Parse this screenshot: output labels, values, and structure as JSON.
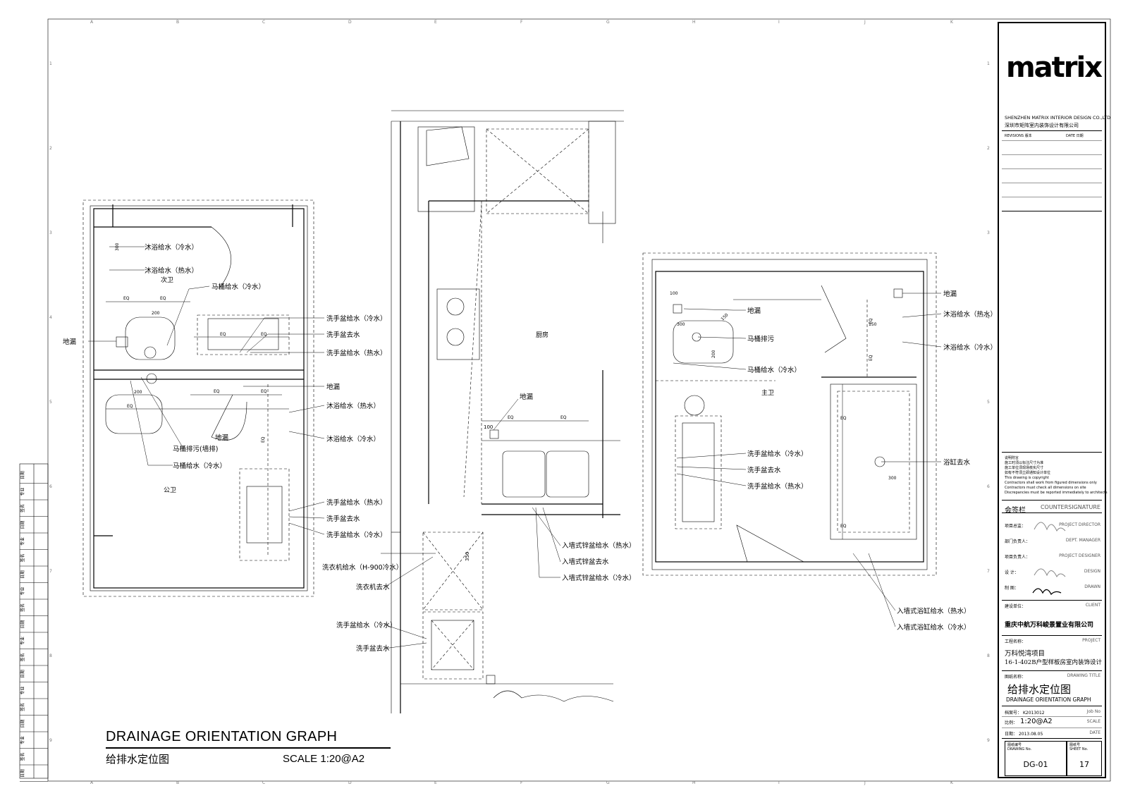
{
  "grid": {
    "cols": [
      "A",
      "B",
      "C",
      "D",
      "E",
      "F",
      "G",
      "H",
      "I",
      "J",
      "K"
    ],
    "rows": [
      "1",
      "2",
      "3",
      "4",
      "5",
      "6",
      "7",
      "8",
      "9"
    ]
  },
  "rooms": {
    "secondary_bath": "次卫",
    "public_bath": "公卫",
    "kitchen": "厨房",
    "master_bath": "主卫"
  },
  "dims": {
    "eq": "EQ",
    "d200": "200",
    "d300": "300",
    "d100": "100",
    "d150": "150",
    "d350": "350"
  },
  "labels_left": {
    "shower_cold_top": "沐浴给水（冷水）",
    "shower_hot_top": "沐浴给水（热水）",
    "toilet_supply_top": "马桶给水（冷水）",
    "floor_drain_left": "地漏",
    "basin_cold_1": "洗手盆给水（冷水）",
    "basin_drain_1": "洗手盆去水",
    "basin_hot_1": "洗手盆给水（热水）",
    "floor_drain_mid": "地漏",
    "shower_hot_mid": "沐浴给水（热水）",
    "shower_cold_mid": "沐浴给水（冷水）",
    "floor_drain_inner": "地漏",
    "toilet_drain_wall": "马桶排污(墙排)",
    "toilet_supply_low": "马桶给水（冷水）",
    "basin_hot_2": "洗手盆给水（热水）",
    "basin_drain_2": "洗手盆去水",
    "basin_cold_2": "洗手盆给水（冷水）",
    "washer_supply": "洗衣机给水（H-900冷水）",
    "washer_drain": "洗衣机去水",
    "basin_cold_3": "洗手盆给水（冷水）",
    "basin_drain_3": "洗手盆去水"
  },
  "labels_kitchen": {
    "floor_drain": "地漏",
    "sink_hot": "入墙式锌盆给水（热水）",
    "sink_drain": "入墙式锌盆去水",
    "sink_cold": "入墙式锌盆给水（冷水）"
  },
  "labels_master": {
    "floor_drain_a": "地漏",
    "toilet_drain": "马桶排污",
    "toilet_supply": "马桶给水（冷水）",
    "floor_drain_b": "地漏",
    "shower_hot": "沐浴给水（热水）",
    "shower_cold": "沐浴给水（冷水）",
    "basin_cold": "洗手盆给水（冷水）",
    "basin_drain": "洗手盆去水",
    "basin_hot": "洗手盆给水（热水）",
    "tub_drain": "浴缸去水",
    "tub_hot": "入墙式浴缸给水（热水）",
    "tub_cold": "入墙式浴缸给水（冷水）"
  },
  "left_strip": [
    "日期",
    "专业",
    "签名",
    "日期",
    "专业",
    "签名",
    "日期",
    "专业",
    "签名",
    "日期",
    "专业",
    "签名",
    "日期",
    "专业",
    "签名",
    "日期",
    "专业",
    "签名",
    "日期"
  ],
  "title_block": {
    "logo": "matrix",
    "company_en": "SHENZHEN MATRIX INTERIOR DESIGN CO.,LTD",
    "company_cn": "深圳市矩阵室内装饰设计有限公司",
    "rev_label": "REVISIONS   版本",
    "date_label": "DATE   日期",
    "notes": [
      "说明附言",
      "施工时须以标注尺寸为准",
      "施工单位须现场核实尺寸",
      "如有不符须立即通知设计单位",
      "This drawing is copyright",
      "Contractors shall work from figured dimensions only",
      "Contractors must check all dimensions on site",
      "Discrepancies must be reported immediately to architects"
    ],
    "countersign_cn": "会签栏",
    "countersign_en": "COUNTERSIGNATURE",
    "roles": [
      {
        "cn": "项目总监：",
        "en": "PROJECT DIRECTOR"
      },
      {
        "cn": "部门负责人：",
        "en": "DEPT. MANAGER"
      },
      {
        "cn": "项目负责人：",
        "en": "PROJECT DESIGNER"
      },
      {
        "cn": "设   计：",
        "en": "DESIGN"
      },
      {
        "cn": "制   图：",
        "en": "DRAWN"
      }
    ],
    "client_label": "建设单位：",
    "client_en": "CLIENT",
    "client": "重庆中航万科峻景置业有限公司",
    "project_label": "工程名称：",
    "project_en": "PROJECT",
    "project_line1": "万科悦湾项目",
    "project_line2": "16-1-402B户型样板房室内装饰设计",
    "drawing_title_label": "图纸名称：",
    "drawing_title_en": "DRAWING TITLE",
    "title_cn": "给排水定位图",
    "title_en": "DRAINAGE ORIENTATION GRAPH",
    "job_label": "档案号：",
    "job_value": "K2013012",
    "job_en": "Job No",
    "scale_label": "比例：",
    "scale_value": "1:20@A2",
    "scale_en": "SCALE",
    "date_label2": "日期：",
    "date_value": "2013.08.05",
    "date_en": "DATE",
    "drawing_no_cn": "图纸编号",
    "drawing_no_en": "DRAWING No.",
    "drawing_no": "DG-01",
    "sheet_no_cn": "图纸号",
    "sheet_no_en": "SHEET No.",
    "sheet_no": "17"
  },
  "footer": {
    "title_en": "DRAINAGE ORIENTATION GRAPH",
    "title_cn": "给排水定位图",
    "scale": "SCALE  1:20@A2"
  }
}
